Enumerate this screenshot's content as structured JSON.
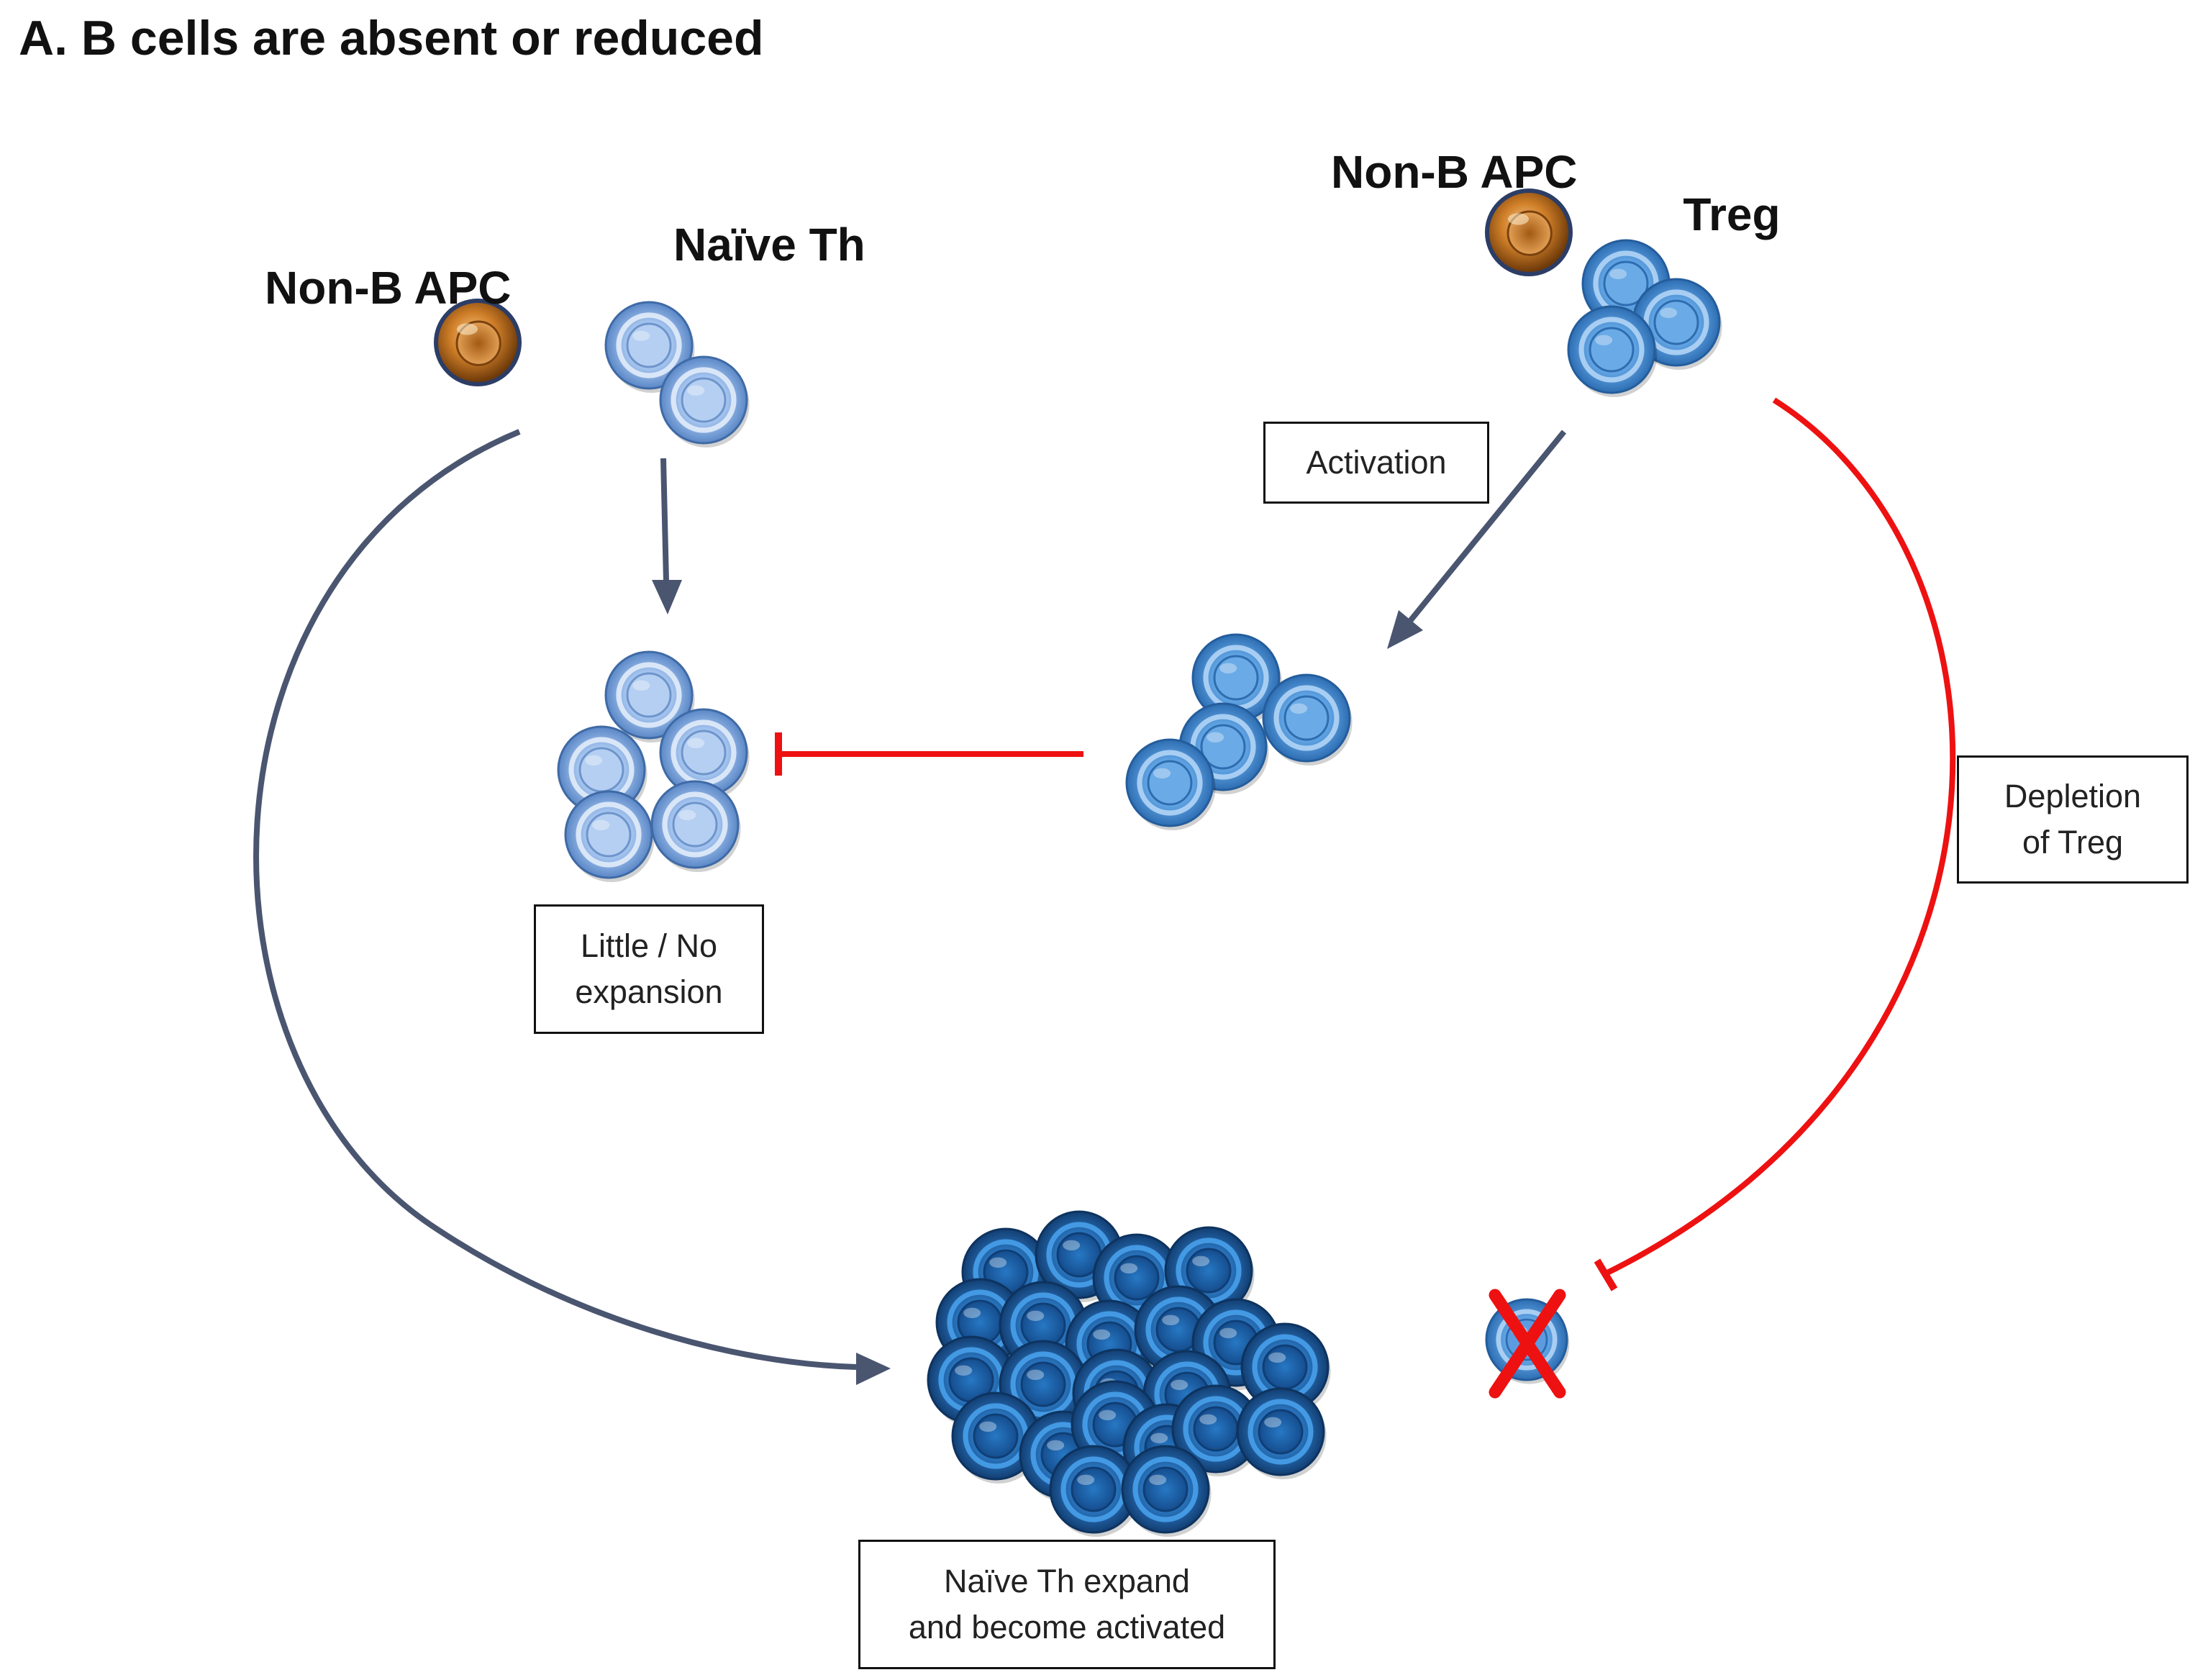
{
  "panel_title": "A. B cells are absent or reduced",
  "labels": {
    "apc_left": "Non-B\nAPC",
    "naive_th": "Naïve\nTh",
    "apc_right": "Non-B\nAPC",
    "treg": "Treg"
  },
  "boxes": {
    "activation": "Activation",
    "little_no_expansion": "Little / No\nexpansion",
    "depletion_of_treg": "Depletion\nof Treg",
    "naive_th_expand": "Naïve Th expand\nand become activated"
  },
  "colors": {
    "arrow_dark": "#4a5570",
    "inhibit_red": "#ee1111",
    "cell_light_blue": "#8fb4e8",
    "treg_blue": "#4f95d8",
    "expanded_blue": "#2c7bc4",
    "apc_orange": "#d07f28"
  }
}
